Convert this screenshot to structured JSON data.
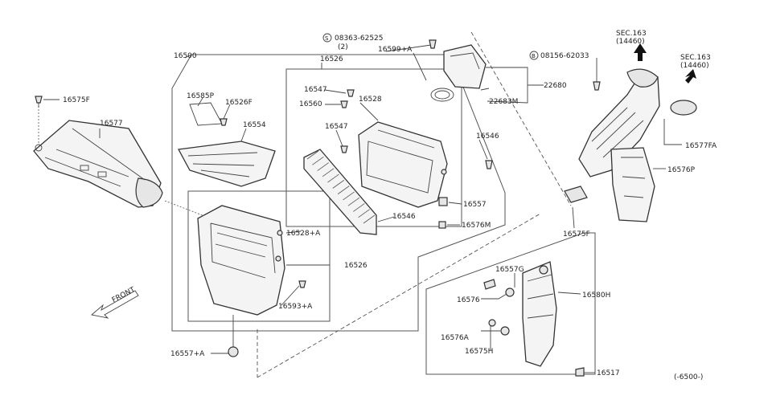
{
  "labels": {
    "l_16575F_a": "16575F",
    "l_16577": "16577",
    "l_16500": "16500",
    "l_16585P": "16585P",
    "l_16526F": "16526F",
    "l_16526": "16526",
    "l_16547": "16547",
    "l_16560": "16560",
    "l_16554": "16554",
    "l_16528": "16528",
    "l_16547b": "16547",
    "l_16557": "16557",
    "l_16576M": "16576M",
    "l_16546": "16546",
    "l_16528A": "16528+A",
    "l_16526b": "16526",
    "l_16593A": "16593+A",
    "l_16557A": "16557+A",
    "l_08363": "08363-62525",
    "l_08363_qty": "(2)",
    "l_16599A": "16599+A",
    "l_22680": "22680",
    "l_22683M": "22683M",
    "l_08156": "08156-62033",
    "l_sec163a": "SEC.163",
    "l_sec163a2": "(14460)",
    "l_sec163b": "SEC.163",
    "l_sec163b2": "(14460)",
    "l_16577FA": "16577FA",
    "l_16576P": "16576P",
    "l_16575F_b": "16575F",
    "l_16557G": "16557G",
    "l_16576": "16576",
    "l_16576A": "16576A",
    "l_16575H": "16575H",
    "l_16580H": "16580H",
    "l_16517": "16517",
    "front": "FRONT",
    "diagram_code": "(-6500-)"
  }
}
